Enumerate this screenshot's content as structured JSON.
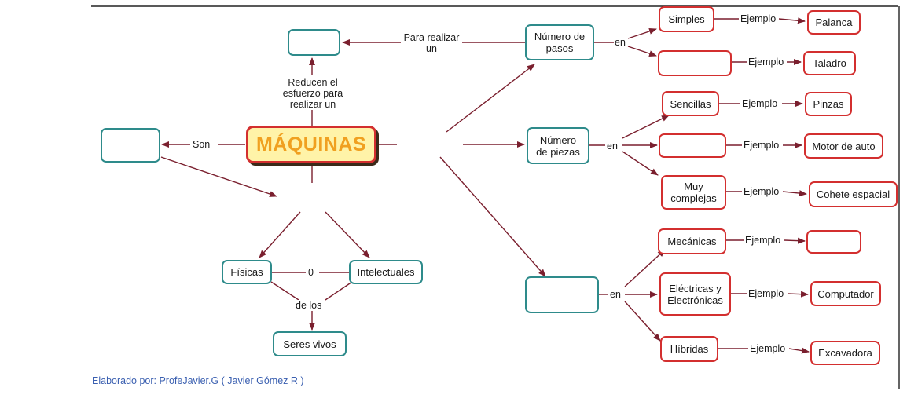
{
  "main_node": {
    "label": "MÁQUINAS"
  },
  "nodes": {
    "numero_pasos": "Número de pasos",
    "numero_piezas": "Número de piezas",
    "fisicas": "Físicas",
    "intelectuales": "Intelectuales",
    "seres_vivos": "Seres vivos",
    "simples": "Simples",
    "palanca": "Palanca",
    "taladro": "Taladro",
    "sencillas": "Sencillas",
    "pinzas": "Pinzas",
    "motor_auto": "Motor de auto",
    "muy_complejas": "Muy complejas",
    "cohete": "Cohete espacial",
    "mecanicas": "Mecánicas",
    "electricas": "Eléctricas y Electrónicas",
    "computador": "Computador",
    "hibridas": "Híbridas",
    "excavadora": "Excavadora"
  },
  "links": {
    "para_realizar": "Para realizar un",
    "reducen": "Reducen el esfuerzo para realizar un",
    "son": "Son",
    "o": "0",
    "de_los": "de los",
    "en": "en",
    "ejemplo": "Ejemplo"
  },
  "colors": {
    "teal": "#2e8b8b",
    "red": "#d32f2f",
    "arrow": "#7a1f2e",
    "main_fill": "#fff3a8",
    "main_text": "#f0a020",
    "credit": "#3a5fb0"
  },
  "footer": {
    "credit": "Elaborado por: ProfeJavier.G ( Javier Gómez R )"
  }
}
